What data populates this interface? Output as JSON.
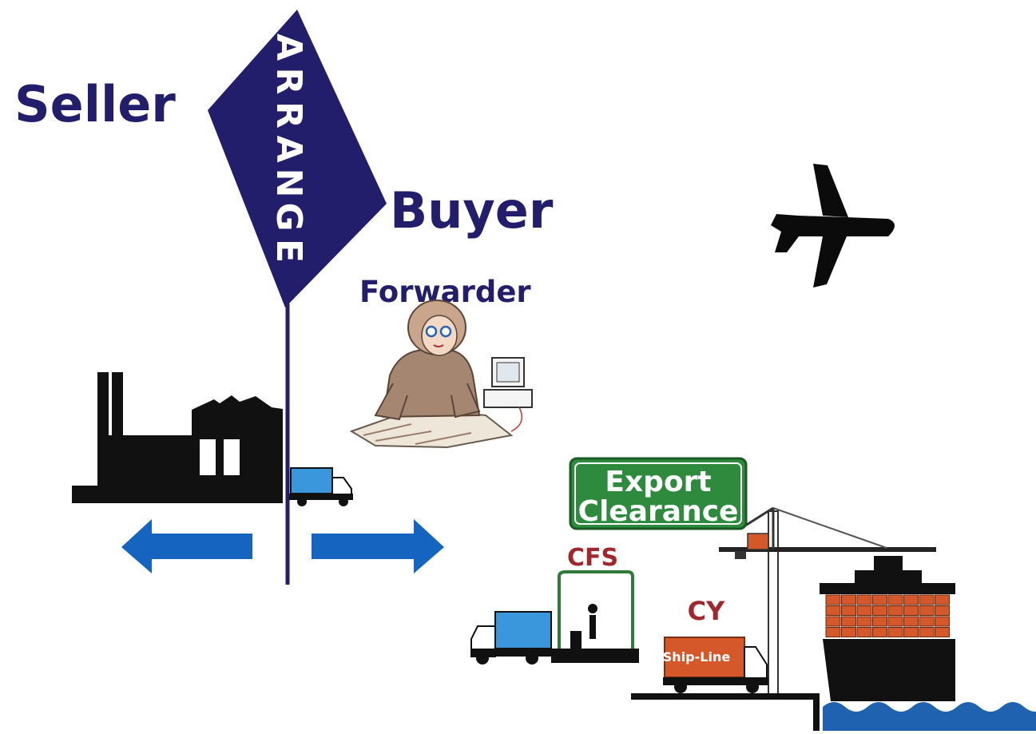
{
  "labels": {
    "seller": "Seller",
    "buyer": "Buyer",
    "forwarder": "Forwarder",
    "arrange": "ARRANGE",
    "export_clearance_line1": "Export",
    "export_clearance_line2": "Clearance",
    "cfs": "CFS",
    "cy": "CY",
    "truck_logo": "Ship-Line"
  },
  "colors": {
    "navy": "#231e6b",
    "arrow_blue": "#1565c0",
    "truck_blue": "#3a97dc",
    "sign_green": "#2e8b3e",
    "label_red": "#a0282d",
    "container_orange": "#d4582a",
    "sea_blue": "#1f63b0",
    "black": "#111111"
  },
  "icons": {
    "factory": "factory-icon",
    "airplane": "airplane-icon",
    "forwarder": "forwarder-person-icon",
    "crane": "crane-icon",
    "ship": "container-ship-icon",
    "truck": "truck-icon",
    "arrow_left": "arrow-left-icon",
    "arrow_right": "arrow-right-icon"
  }
}
